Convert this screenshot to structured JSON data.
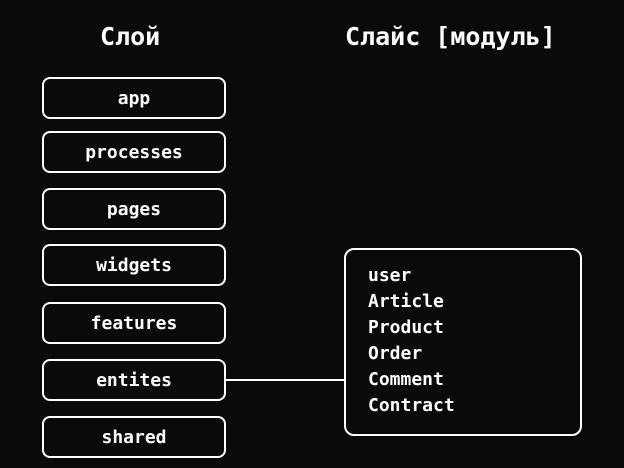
{
  "headings": {
    "layers": "Слой",
    "slices": "Слайс [модуль]"
  },
  "layers": [
    "app",
    "processes",
    "pages",
    "widgets",
    "features",
    "entites",
    "shared"
  ],
  "slices": [
    "user",
    "Article",
    "Product",
    "Order",
    "Comment",
    "Contract"
  ],
  "colors": {
    "background": "#0a0a0a",
    "foreground": "#ffffff"
  }
}
